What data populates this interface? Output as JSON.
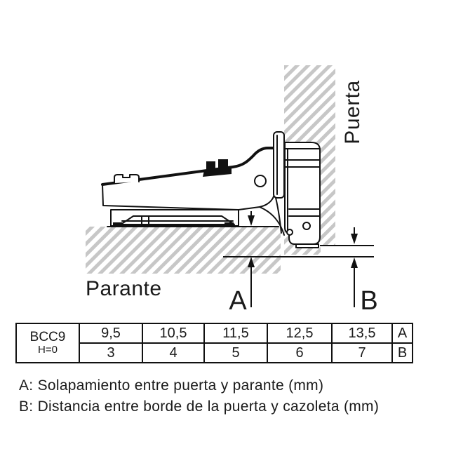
{
  "diagram": {
    "puerta_label": "Puerta",
    "parante_label": "Parante",
    "dim_a_label": "A",
    "dim_b_label": "B"
  },
  "table": {
    "model": "BCC9",
    "variant": "H=0",
    "row_a": [
      "9,5",
      "10,5",
      "11,5",
      "12,5",
      "13,5"
    ],
    "row_a_key": "A",
    "row_b": [
      "3",
      "4",
      "5",
      "6",
      "7"
    ],
    "row_b_key": "B"
  },
  "footnotes": {
    "a": "A: Solapamiento entre puerta y parante (mm)",
    "b": "B: Distancia entre borde de la puerta y cazoleta (mm)"
  },
  "colors": {
    "line": "#111111",
    "text": "#1a1a1a",
    "hatch": "#c7c7c7"
  }
}
